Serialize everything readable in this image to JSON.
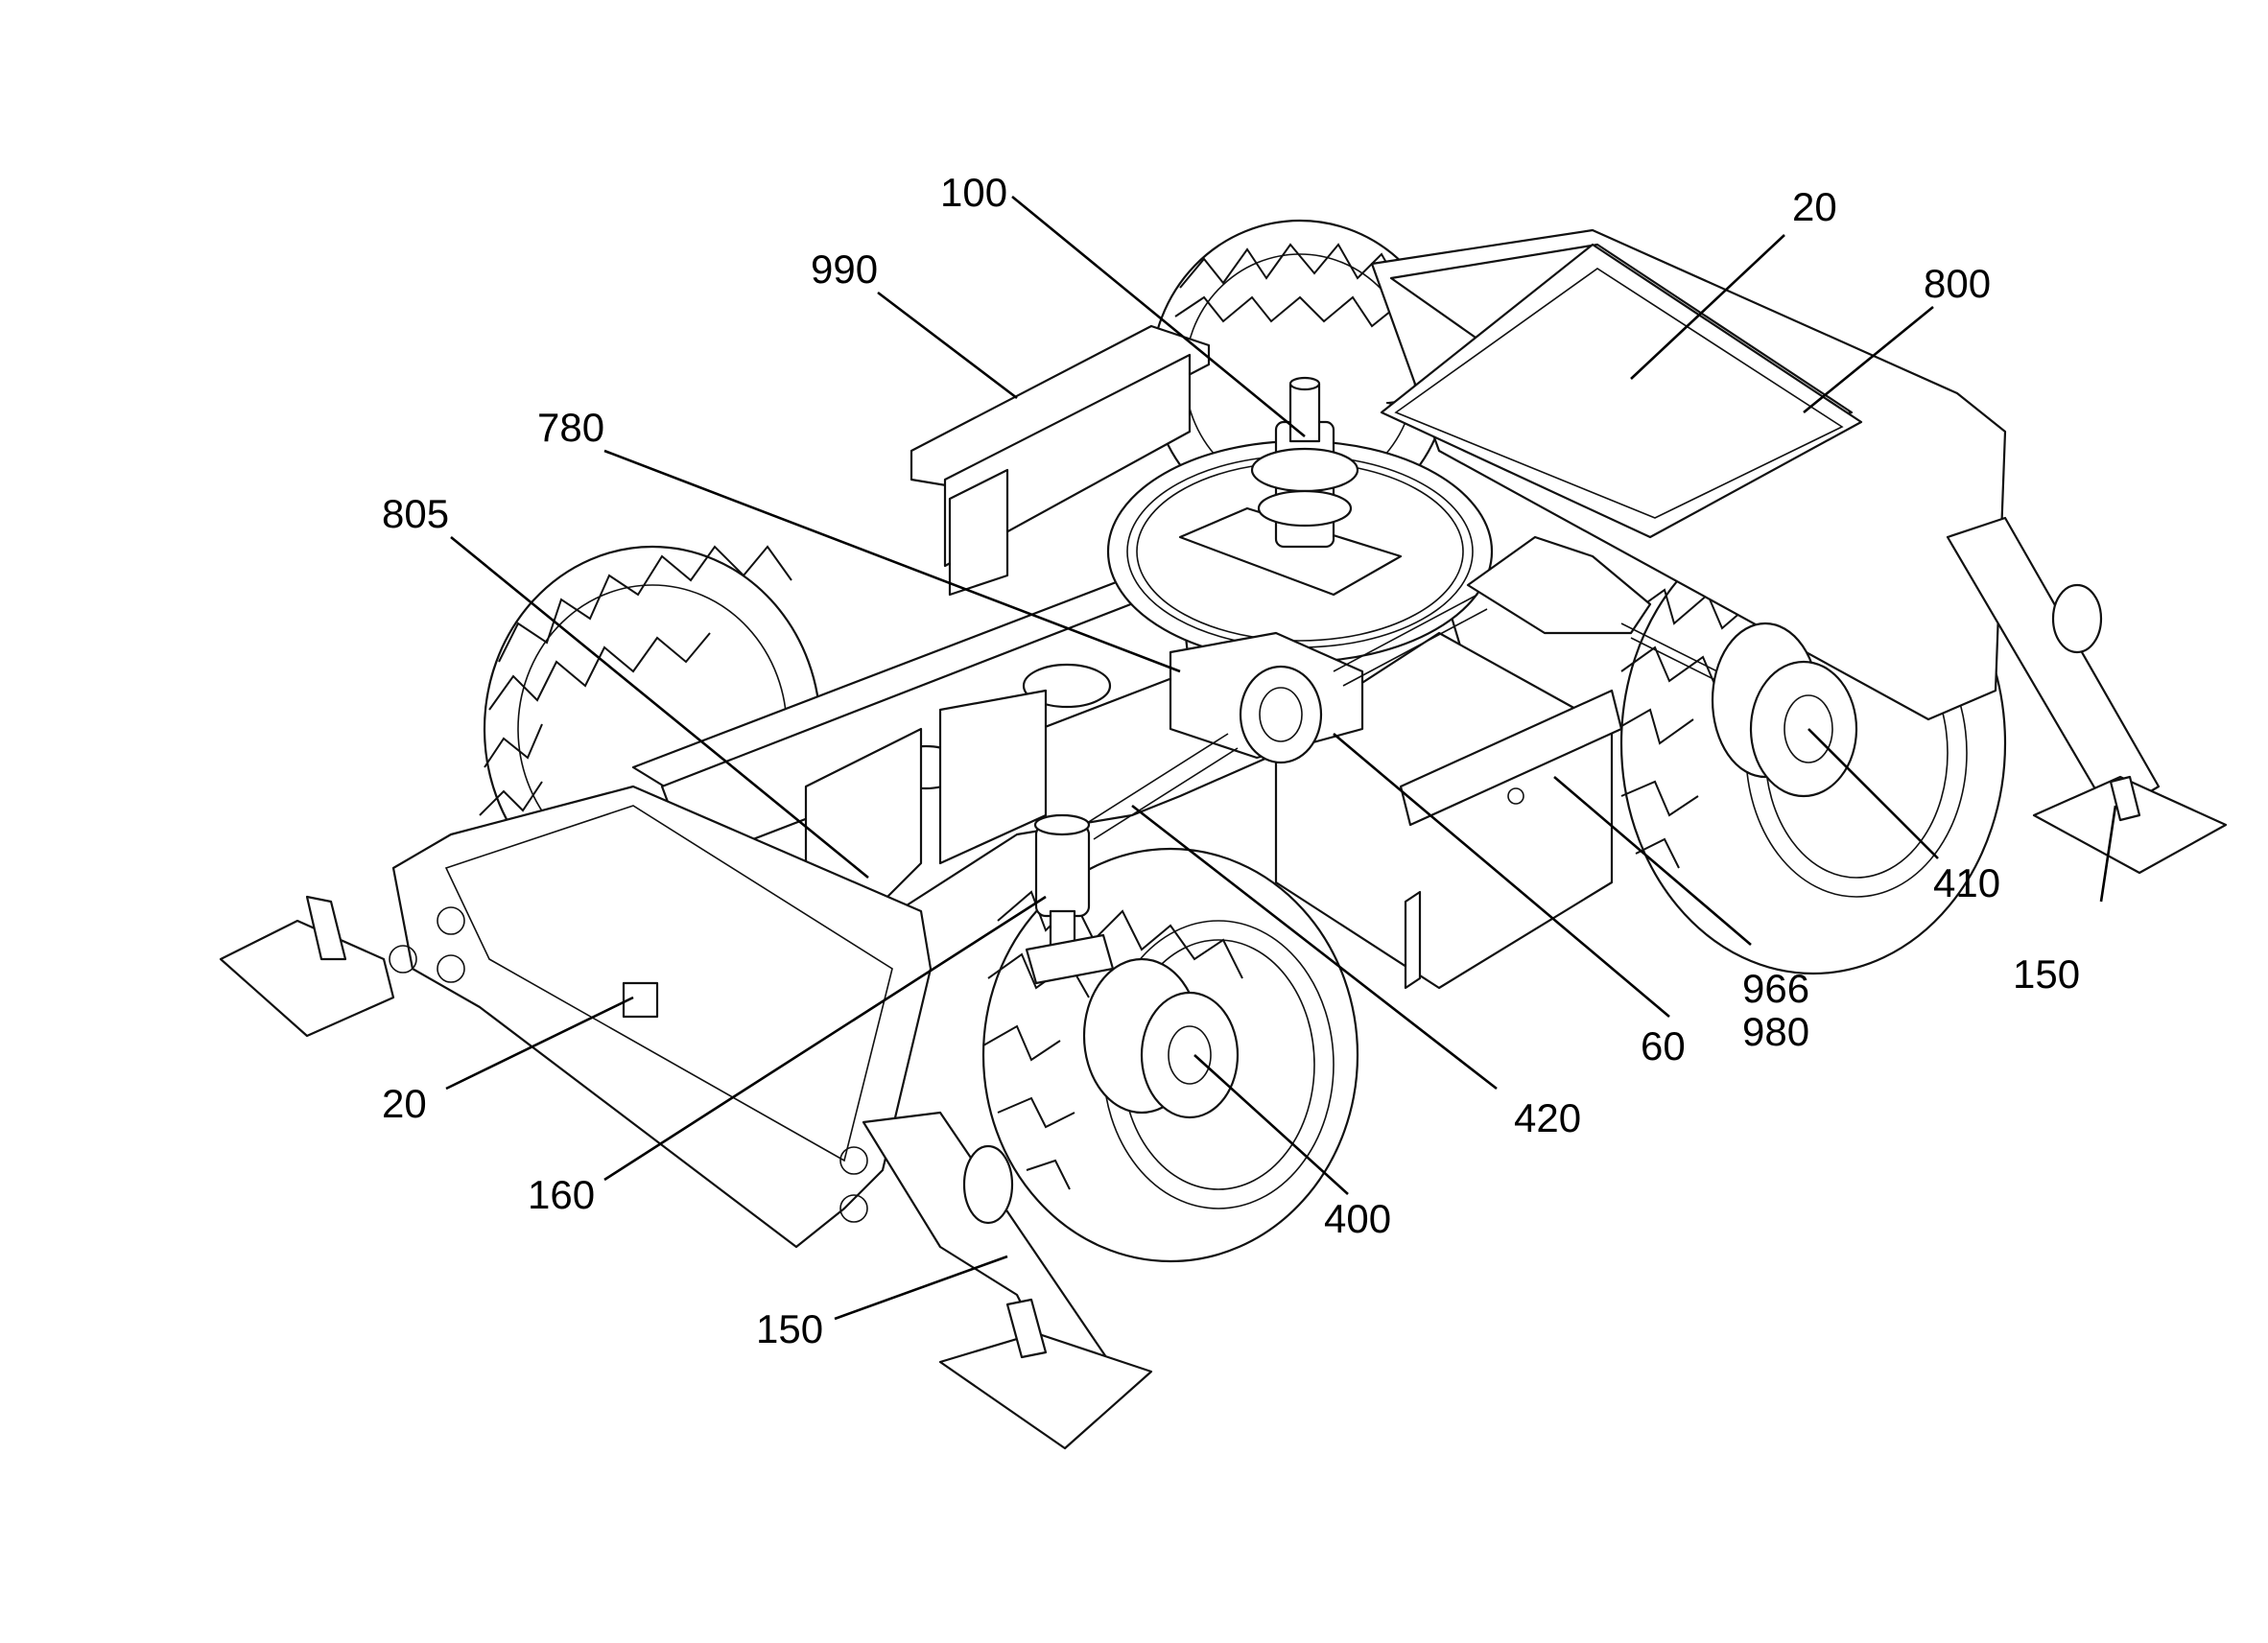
{
  "labels": [
    {
      "id": "l100",
      "text": "100"
    },
    {
      "id": "l990",
      "text": "990"
    },
    {
      "id": "l20a",
      "text": "20"
    },
    {
      "id": "l800",
      "text": "800"
    },
    {
      "id": "l780",
      "text": "780"
    },
    {
      "id": "l805",
      "text": "805"
    },
    {
      "id": "l410",
      "text": "410"
    },
    {
      "id": "l150a",
      "text": "150"
    },
    {
      "id": "l966",
      "text": "966"
    },
    {
      "id": "l980",
      "text": "980"
    },
    {
      "id": "l60",
      "text": "60"
    },
    {
      "id": "l420",
      "text": "420"
    },
    {
      "id": "l20b",
      "text": "20"
    },
    {
      "id": "l160",
      "text": "160"
    },
    {
      "id": "l400",
      "text": "400"
    },
    {
      "id": "l150b",
      "text": "150"
    }
  ]
}
